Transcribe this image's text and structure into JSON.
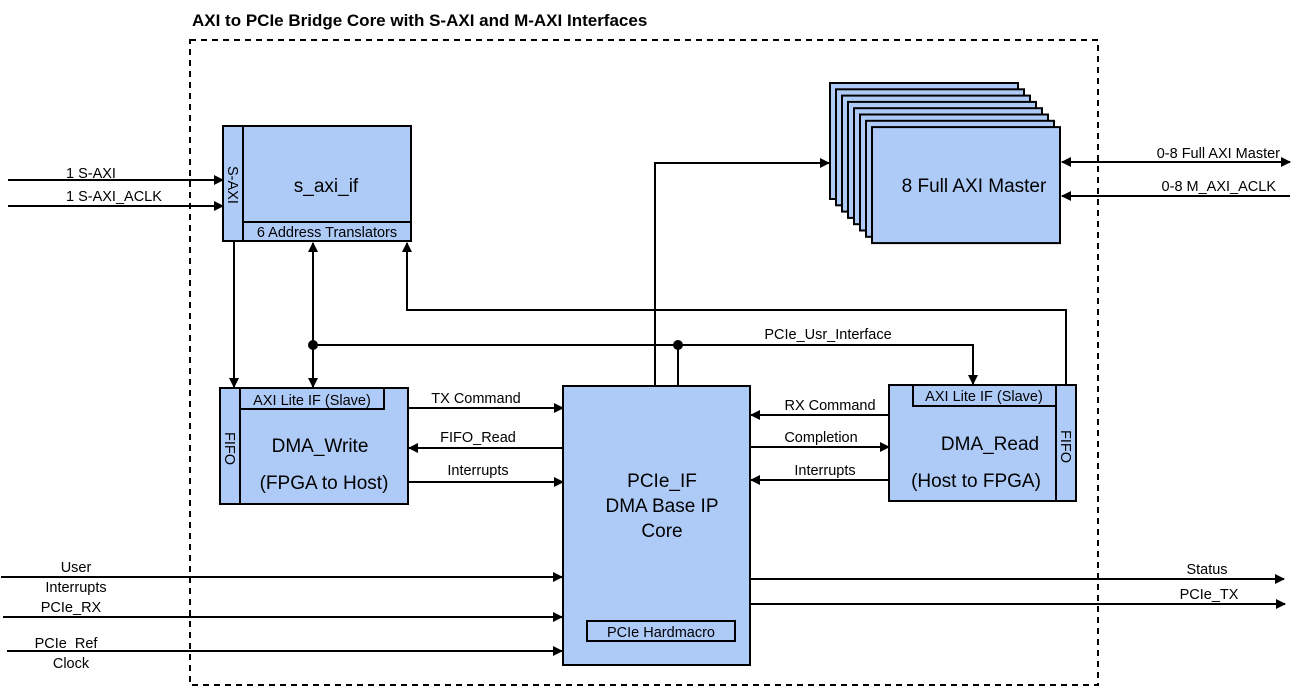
{
  "title": "AXI to PCIe Bridge Core with S-AXI and M-AXI Interfaces",
  "colors": {
    "block_fill": "#aecbf8",
    "line": "#000000",
    "background": "#ffffff"
  },
  "blocks": {
    "s_axi_if": {
      "name": "s_axi_if",
      "port_label": "S-AXI",
      "sub_label": "6 Address Translators"
    },
    "axi_master": {
      "name": "8 Full AXI Master",
      "stack_count": 8
    },
    "dma_write": {
      "line1": "DMA_Write",
      "line2": "(FPGA to Host)",
      "sub_label": "AXI Lite IF (Slave)",
      "fifo_label": "FIFO"
    },
    "dma_read": {
      "line1": "DMA_Read",
      "line2": "(Host to FPGA)",
      "sub_label": "AXI Lite IF (Slave)",
      "fifo_label": "FIFO"
    },
    "pcie_if": {
      "line1": "PCIe_IF",
      "line2": "DMA Base IP",
      "line3": "Core",
      "sub_label": "PCIe Hardmacro"
    }
  },
  "signals": {
    "s_axi": "1 S-AXI",
    "s_axi_aclk": "1 S-AXI_ACLK",
    "full_axi_master": "0-8 Full AXI Master",
    "m_axi_aclk": "0-8 M_AXI_ACLK",
    "pcie_usr_interface": "PCIe_Usr_Interface",
    "tx_command": "TX Command",
    "fifo_read": "FIFO_Read",
    "interrupts_write": "Interrupts",
    "rx_command": "RX Command",
    "completion": "Completion",
    "interrupts_read": "Interrupts",
    "user_interrupts_1": "User",
    "user_interrupts_2": "Interrupts",
    "pcie_rx": "PCIe_RX",
    "pcie_ref_clock_1": "PCIe_Ref",
    "pcie_ref_clock_2": "Clock",
    "status": "Status",
    "pcie_tx": "PCIe_TX"
  }
}
